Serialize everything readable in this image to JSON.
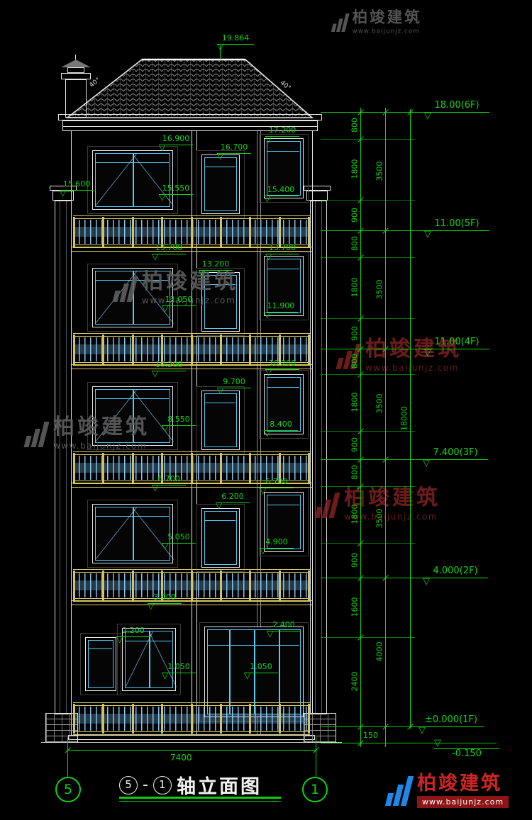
{
  "title": {
    "axis_left": "5",
    "axis_right": "1",
    "dash": "-",
    "text": "轴立面图"
  },
  "watermark": {
    "brand": "柏竣建筑",
    "url": "www.baijunjz.com"
  },
  "roof_angle": "40°",
  "elevation_marks": [
    "19.864",
    "16.900",
    "17.200",
    "16.700",
    "15.600",
    "15.550",
    "15.400",
    "13.700",
    "13.700",
    "13.200",
    "12.050",
    "11.900",
    "10.200",
    "10.200",
    "9.700",
    "8.550",
    "8.400",
    "6.700",
    "6.700",
    "6.200",
    "5.050",
    "4.900",
    "3.000",
    "2.200",
    "2.400",
    "1.050",
    "1.050"
  ],
  "floor_labels": [
    "18.00(6F)",
    "11.00(5F)",
    "11.00(4F)",
    "7.400(3F)",
    "4.000(2F)",
    "±0.000(1F)",
    "-0.150"
  ],
  "dim_chain_inner": [
    "800",
    "1800",
    "900",
    "800",
    "1800",
    "900",
    "800",
    "1800",
    "900",
    "800",
    "1800",
    "900",
    "1600",
    "2400",
    "150"
  ],
  "dim_chain_outer": [
    "3500",
    "3500",
    "3500",
    "3500",
    "4000"
  ],
  "dim_total": "18000",
  "dim_width": "7400"
}
